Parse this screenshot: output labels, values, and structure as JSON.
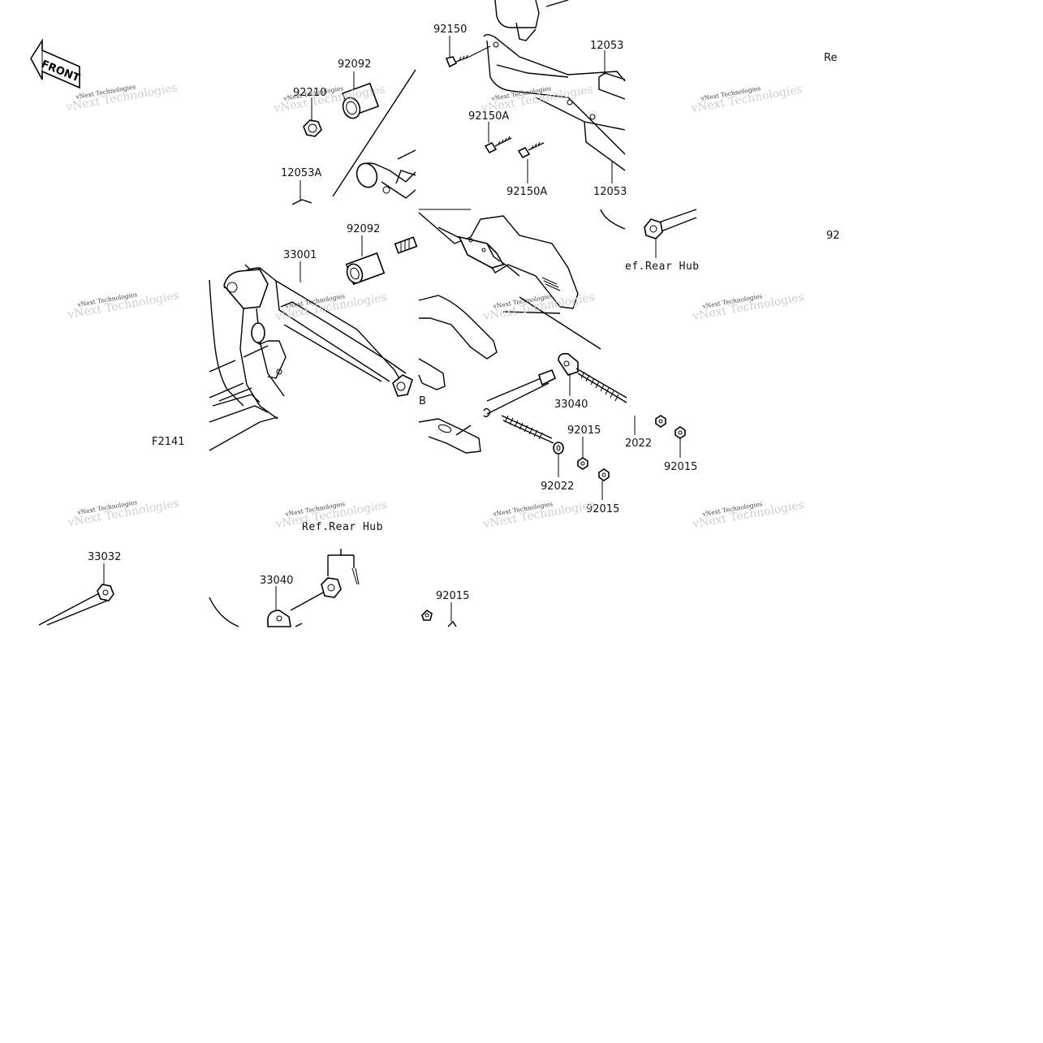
{
  "diagram": {
    "front_label": "FRONT",
    "figure_code": "F2141",
    "part_labels": [
      {
        "id": "p1",
        "text": "92150"
      },
      {
        "id": "p2",
        "text": "12053"
      },
      {
        "id": "p3",
        "text": "92092"
      },
      {
        "id": "p4",
        "text": "92210"
      },
      {
        "id": "p5",
        "text": "92150A"
      },
      {
        "id": "p6",
        "text": "12053A"
      },
      {
        "id": "p7",
        "text": "92150A"
      },
      {
        "id": "p8",
        "text": "12053"
      },
      {
        "id": "p9",
        "text": "92092"
      },
      {
        "id": "p10",
        "text": "33001"
      },
      {
        "id": "p11",
        "text": "33040"
      },
      {
        "id": "p12",
        "text": "92015"
      },
      {
        "id": "p13",
        "text": "2022"
      },
      {
        "id": "p14",
        "text": "92015"
      },
      {
        "id": "p15",
        "text": "92022"
      },
      {
        "id": "p16",
        "text": "92015"
      },
      {
        "id": "p17",
        "text": "33032"
      },
      {
        "id": "p18",
        "text": "33040"
      },
      {
        "id": "p19",
        "text": "92015"
      },
      {
        "id": "p20",
        "text": "Re"
      },
      {
        "id": "p21",
        "text": "92"
      },
      {
        "id": "p22",
        "text": "B"
      }
    ],
    "ref_labels": [
      {
        "id": "r1",
        "text": "ef.Rear Hub"
      },
      {
        "id": "r2",
        "text": "Ref.Rear Hub"
      }
    ],
    "watermark": {
      "line1": "vNext Technologies",
      "line2": "vNext Technologies"
    }
  }
}
